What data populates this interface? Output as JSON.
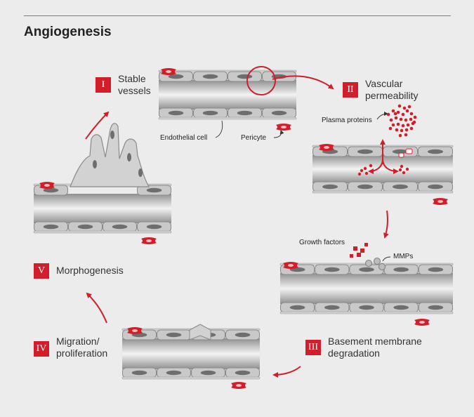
{
  "title": "Angiogenesis",
  "stages": [
    {
      "num": "I",
      "label_line1": "Stable",
      "label_line2": "vessels"
    },
    {
      "num": "II",
      "label_line1": "Vascular",
      "label_line2": "permeability"
    },
    {
      "num": "III",
      "label_line1": "Basement membrane",
      "label_line2": "degradation"
    },
    {
      "num": "IV",
      "label_line1": "Migration/",
      "label_line2": "proliferation"
    },
    {
      "num": "V",
      "label_line1": "Morphogenesis",
      "label_line2": ""
    }
  ],
  "labels": {
    "endothelial_cell": "Endothelial cell",
    "pericyte": "Pericyte",
    "plasma_proteins": "Plasma proteins",
    "growth_factors": "Growth factors",
    "mmps": "MMPs"
  },
  "colors": {
    "accent": "#d21e2b",
    "background": "#ececec",
    "cell_fill": "#c9c9c9",
    "nucleus": "#6e6e6e"
  }
}
